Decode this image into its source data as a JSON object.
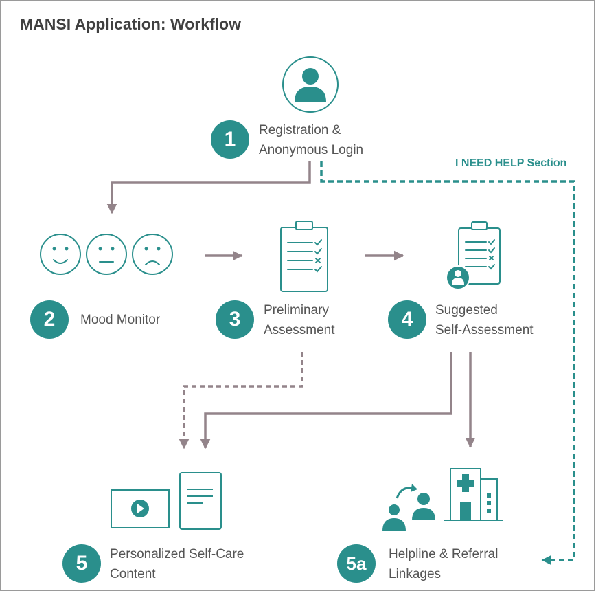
{
  "title": "MANSI Application: Workflow",
  "colors": {
    "teal": "#2a8f8c",
    "arrow_gray": "#93848a",
    "text": "#555555"
  },
  "help_section_label": "I NEED HELP Section",
  "steps": [
    {
      "badge": "1",
      "line1": "Registration &",
      "line2": "Anonymous Login",
      "icon": "user-circle-icon"
    },
    {
      "badge": "2",
      "line1": "Mood Monitor",
      "icon": "mood-faces-icon"
    },
    {
      "badge": "3",
      "line1": "Preliminary",
      "line2": "Assessment",
      "icon": "clipboard-checklist-icon"
    },
    {
      "badge": "4",
      "line1": "Suggested",
      "line2": "Self-Assessment",
      "icon": "clipboard-user-icon"
    },
    {
      "badge": "5",
      "line1": "Personalized Self-Care",
      "line2": "Content",
      "icon": "video-document-icon"
    },
    {
      "badge": "5a",
      "line1": "Helpline & Referral",
      "line2": "Linkages",
      "icon": "referral-hospital-icon"
    }
  ]
}
